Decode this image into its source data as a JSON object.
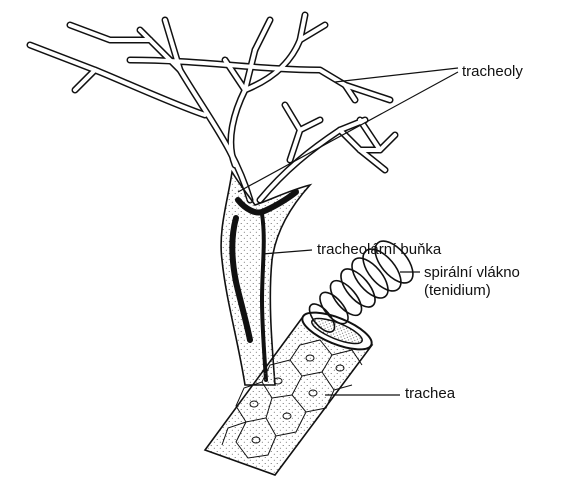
{
  "labels": {
    "tracheoly": "tracheoly",
    "tracheolar_cell": "tracheolární buňka",
    "spiral_line1": "spirální vlákno",
    "spiral_line2": "(tenidium)",
    "trachea": "trachea"
  },
  "colors": {
    "ink": "#111111",
    "branch_fill": "#ffffff",
    "stipple": "#555555"
  }
}
